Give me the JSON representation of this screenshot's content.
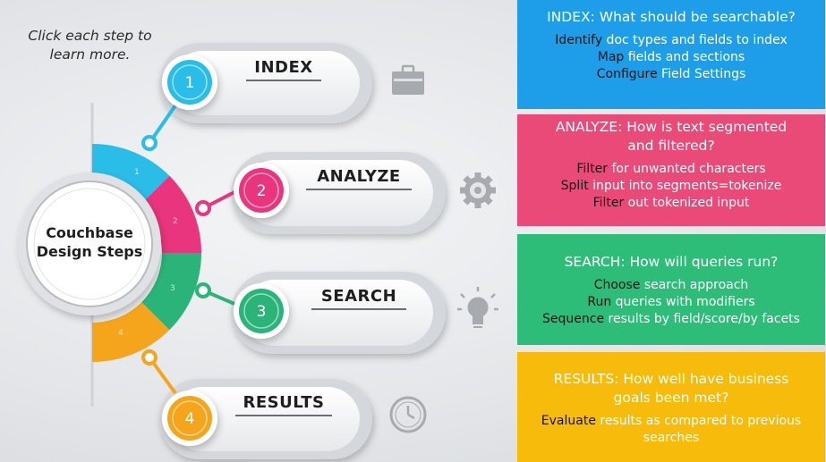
{
  "hint": "Click each step to learn more.",
  "center": {
    "line1": "Couchbase",
    "line2": "Design Steps"
  },
  "steps": [
    {
      "number": "1",
      "label": "INDEX",
      "icon": "briefcase-icon",
      "color": "#29bde8"
    },
    {
      "number": "2",
      "label": "ANALYZE",
      "icon": "gear-icon",
      "color": "#e8357e"
    },
    {
      "number": "3",
      "label": "SEARCH",
      "icon": "lightbulb-icon",
      "color": "#2ab47a"
    },
    {
      "number": "4",
      "label": "RESULTS",
      "icon": "clock-icon",
      "color": "#f5a51c"
    }
  ],
  "panels": [
    {
      "heading": "INDEX: What should be searchable?",
      "lines": [
        {
          "kw": "Identify",
          "rest": " doc types and fields to index"
        },
        {
          "kw": "Map",
          "rest": " fields and sections"
        },
        {
          "kw": "Configure",
          "rest": " Field Settings"
        }
      ]
    },
    {
      "heading": "ANALYZE: How is text segmented and filtered?",
      "lines": [
        {
          "kw": "Filter",
          "rest": " for unwanted characters"
        },
        {
          "kw": "Split",
          "rest": " input into segments=tokenize"
        },
        {
          "kw": "Filter",
          "rest": " out tokenized input"
        }
      ]
    },
    {
      "heading": "SEARCH: How will queries run?",
      "lines": [
        {
          "kw": "Choose",
          "rest": " search approach"
        },
        {
          "kw": "Run",
          "rest": " queries with modifiers"
        },
        {
          "kw": "Sequence",
          "rest": " results by field/score/by facets"
        }
      ]
    },
    {
      "heading": "RESULTS: How well have business goals been met?",
      "lines": [
        {
          "kw": "Evaluate",
          "rest": " results as compared to previous searches"
        }
      ]
    }
  ]
}
